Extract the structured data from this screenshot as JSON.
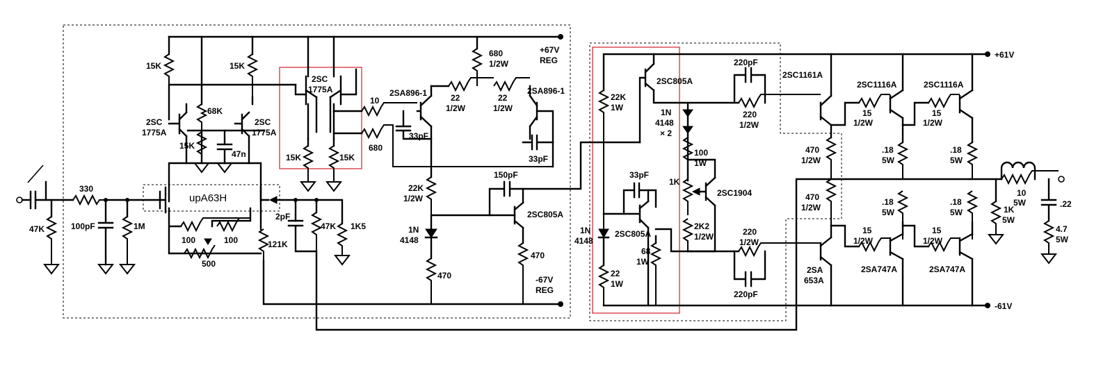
{
  "rails": {
    "pos67": [
      "+67V",
      "REG"
    ],
    "neg67": [
      "-67V",
      "REG"
    ],
    "pos61": "+61V",
    "neg61": "-61V"
  },
  "opamp": "upA63H",
  "input_stage": {
    "r_in_series": "330",
    "r_in_gnd": "47K",
    "c_in": "100pF",
    "r_1m": "1M",
    "r_15k_a": "15K",
    "r_15k_b": "15K",
    "r_68k": "68K",
    "r_15k_c": "15K",
    "c_47n": "47n",
    "q1": [
      "2SC",
      "1775A"
    ],
    "q2": [
      "2SC",
      "1775A"
    ],
    "q_dual": [
      "2SC",
      "1775A"
    ],
    "r_15k_d": "15K",
    "r_15k_e": "15K",
    "r_100_a": "100",
    "r_100_b": "100",
    "r_500": "500",
    "r_121k": "121K",
    "c_2pf": "2pF",
    "r_47k_fb": "47K",
    "r_1k5": "1K5",
    "r_10": "10",
    "r_680_b": "680"
  },
  "vas": {
    "q_2sa896_a": "2SA896-1",
    "q_2sa896_b": "2SA896-1",
    "r_680": [
      "680",
      "1/2W"
    ],
    "r_22_a": [
      "22",
      "1/2W"
    ],
    "r_22_b": [
      "22",
      "1/2W"
    ],
    "c_33pf_a": "33pF",
    "c_33pf_b": "33pF",
    "c_150pf": "150pF",
    "r_22k": [
      "22K",
      "1/2W"
    ],
    "d_1n4148": [
      "1N",
      "4148"
    ],
    "r_470_a": "470",
    "q_2sc805a": "2SC805A",
    "r_470_b": "470"
  },
  "driver": {
    "q_top": "2SC805A",
    "r_22k_1w": [
      "22K",
      "1W"
    ],
    "d_1n4148x2": [
      "1N",
      "4148",
      "× 2"
    ],
    "r_100_1w": [
      "100",
      "1W"
    ],
    "r_1k": "1K",
    "q_2sc1904": "2SC1904",
    "r_2k2": [
      "2K2",
      "1/2W"
    ],
    "c_33pf": "33pF",
    "q_bot": "2SC805A",
    "r_68_1w": [
      "68",
      "1W"
    ],
    "d_1n4148": [
      "1N",
      "4148"
    ],
    "r_22_1w": [
      "22",
      "1W"
    ],
    "c_220pf_top": "220pF",
    "r_220_top": [
      "220",
      "1/2W"
    ],
    "r_220_bot": [
      "220",
      "1/2W"
    ],
    "c_220pf_bot": "220pF"
  },
  "output": {
    "q_2sc1161a": "2SC1161A",
    "q_2sc1116a_1": "2SC1116A",
    "q_2sc1116a_2": "2SC1116A",
    "r_15_top_1": [
      "15",
      "1/2W"
    ],
    "r_15_top_2": [
      "15",
      "1/2W"
    ],
    "r_470_top": [
      "470",
      "1/2W"
    ],
    "r_470_bot": [
      "470",
      "1/2W"
    ],
    "r_018_1": [
      ".18",
      "5W"
    ],
    "r_018_2": [
      ".18",
      "5W"
    ],
    "r_018_3": [
      ".18",
      "5W"
    ],
    "r_018_4": [
      ".18",
      "5W"
    ],
    "r_15_bot_1": [
      "15",
      "1/2W"
    ],
    "r_15_bot_2": [
      "15",
      "1/2W"
    ],
    "q_2sa653a": [
      "2SA",
      "653A"
    ],
    "q_2sa747a_1": "2SA747A",
    "q_2sa747a_2": "2SA747A",
    "r_10_5w": [
      "10",
      "5W"
    ],
    "r_1k_5w": [
      "1K",
      "5W"
    ],
    "c_022": ".22",
    "r_47_5w": [
      "4.7",
      "5W"
    ]
  }
}
